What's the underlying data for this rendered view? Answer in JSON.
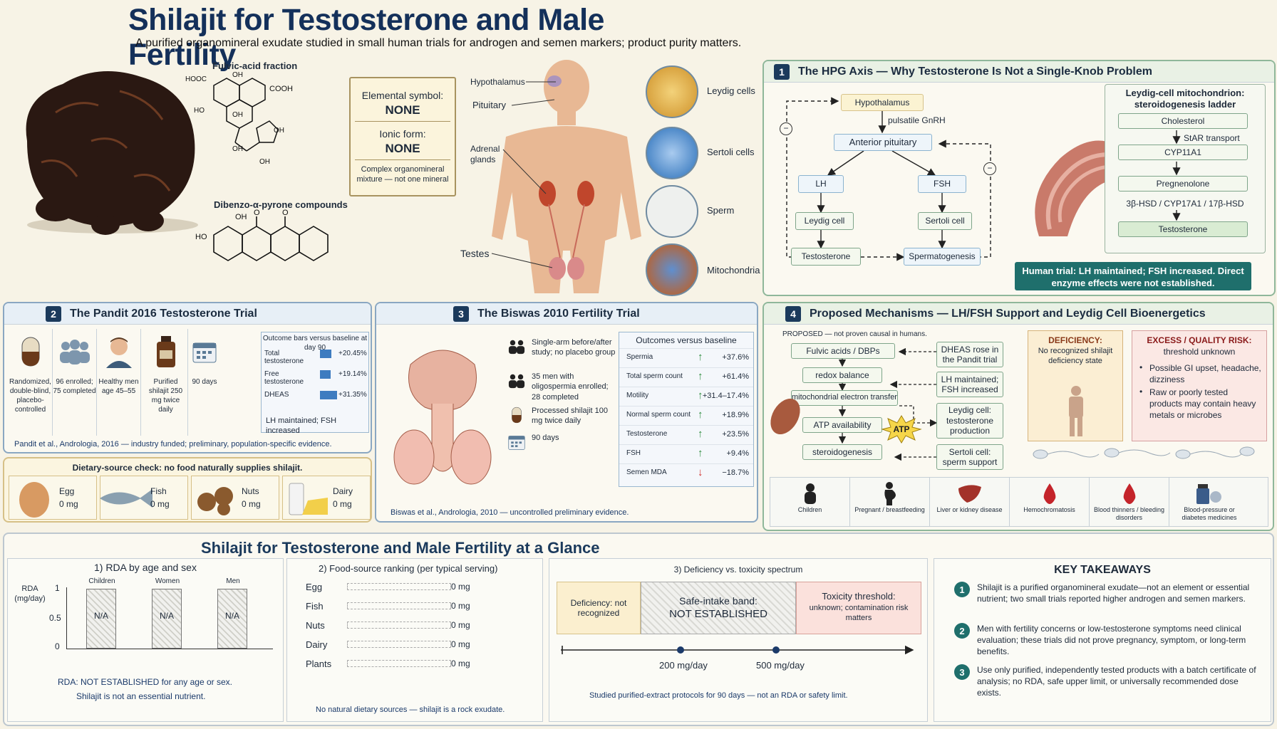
{
  "header": {
    "title": "Shilajit for Testosterone and Male Fertility",
    "subtitle": "A purified organomineral exudate studied in small human trials for androgen and semen markers; product purity matters."
  },
  "top_left": {
    "fulvic_label": "Fulvic-acid fraction",
    "dibenzo_label": "Dibenzo-α-pyrone compounds",
    "mol_labels": [
      "HOOC",
      "OH",
      "COOH",
      "HO",
      "OH",
      "OH",
      "OH",
      "OH",
      "OH",
      "O",
      "O",
      "HO"
    ],
    "element_card": {
      "symbol_label": "Elemental symbol:",
      "symbol_value": "NONE",
      "ionic_label": "Ionic form:",
      "ionic_value": "NONE",
      "note": "Complex organomineral mixture — not one mineral"
    },
    "anatomy_labels": {
      "hypothalamus": "Hypothalamus",
      "pituitary": "Pituitary",
      "adrenal": "Adrenal glands",
      "testes": "Testes"
    },
    "cells": [
      "Leydig cells",
      "Sertoli cells",
      "Sperm",
      "Mitochondria"
    ]
  },
  "hpg": {
    "num": "1",
    "title": "The HPG Axis — Why Testosterone Is Not a Single-Knob Problem",
    "hypothalamus": "Hypothalamus",
    "gnrh": "pulsatile GnRH",
    "pituitary": "Anterior pituitary",
    "lh": "LH",
    "fsh": "FSH",
    "leydig": "Leydig cell",
    "sertoli": "Sertoli cell",
    "testosterone": "Testosterone",
    "spermatogenesis": "Spermatogenesis",
    "minus": "−",
    "ladder_title": "Leydig-cell mitochondrion: steroidogenesis ladder",
    "ladder": [
      "Cholesterol",
      "CYP11A1",
      "Pregnenolone",
      "Testosterone"
    ],
    "ladder_steps": [
      "StAR transport",
      "3β-HSD / CYP17A1 / 17β-HSD"
    ],
    "trial_note": "Human trial: LH maintained; FSH increased. Direct enzyme effects were not established."
  },
  "pandit": {
    "num": "2",
    "title": "The Pandit 2016 Testosterone Trial",
    "icons": [
      {
        "icon": "capsule-icon",
        "label": "Randomized, double-blind, placebo-controlled"
      },
      {
        "icon": "group-icon",
        "label": "96 enrolled; 75 completed"
      },
      {
        "icon": "man-icon",
        "label": "Healthy men age 45–55"
      },
      {
        "icon": "bottle-icon",
        "label": "Purified shilajit 250 mg twice daily"
      },
      {
        "icon": "calendar-icon",
        "label": "90 days"
      }
    ],
    "outcomes_title": "Outcome bars versus baseline at day 90",
    "outcomes": [
      {
        "label": "Total testosterone",
        "value": "+20.45%",
        "pct": 20.45
      },
      {
        "label": "Free testosterone",
        "value": "+19.14%",
        "pct": 19.14
      },
      {
        "label": "DHEAS",
        "value": "+31.35%",
        "pct": 31.35
      }
    ],
    "outcome_note": "LH maintained; FSH increased",
    "citation": "Pandit et al., Andrologia, 2016 — industry funded; preliminary, population-specific evidence."
  },
  "diet": {
    "title": "Dietary-source check: no food naturally supplies shilajit.",
    "items": [
      {
        "name": "Egg",
        "value": "0 mg",
        "icon": "egg-icon"
      },
      {
        "name": "Fish",
        "value": "0 mg",
        "icon": "fish-icon"
      },
      {
        "name": "Nuts",
        "value": "0 mg",
        "icon": "nuts-icon"
      },
      {
        "name": "Dairy",
        "value": "0 mg",
        "icon": "dairy-icon"
      }
    ]
  },
  "biswas": {
    "num": "3",
    "title": "The Biswas 2010 Fertility Trial",
    "design": [
      {
        "icon": "people-icon",
        "label": "Single-arm before/after study; no placebo group"
      },
      {
        "icon": "people-icon",
        "label": "35 men with oligospermia enrolled; 28 completed"
      },
      {
        "icon": "capsule-icon",
        "label": "Processed shilajit 100 mg twice daily"
      },
      {
        "icon": "calendar-icon",
        "label": "90 days"
      }
    ],
    "outcomes_title": "Outcomes versus baseline",
    "outcomes": [
      {
        "label": "Spermia",
        "value": "+37.6%",
        "dir": "up"
      },
      {
        "label": "Total sperm count",
        "value": "+61.4%",
        "dir": "up"
      },
      {
        "label": "Motility",
        "value": "+31.4–17.4%",
        "dir": "up"
      },
      {
        "label": "Normal sperm count",
        "value": "+18.9%",
        "dir": "up"
      },
      {
        "label": "Testosterone",
        "value": "+23.5%",
        "dir": "up"
      },
      {
        "label": "FSH",
        "value": "+9.4%",
        "dir": "up"
      },
      {
        "label": "Semen MDA",
        "value": "−18.7%",
        "dir": "down"
      }
    ],
    "citation": "Biswas et al., Andrologia, 2010 — uncontrolled preliminary evidence."
  },
  "mech": {
    "num": "4",
    "title": "Proposed Mechanisms — LH/FSH Support and Leydig Cell Bioenergetics",
    "proposed": "PROPOSED — not proven causal in humans.",
    "chain": [
      "Fulvic acids / DBPs",
      "redox balance",
      "mitochondrial electron transfer",
      "ATP availability",
      "steroidogenesis"
    ],
    "atp": "ATP",
    "side": [
      "DHEAS rose in the Pandit trial",
      "LH maintained; FSH increased",
      "Leydig cell: testosterone production",
      "Sertoli cell: sperm support"
    ],
    "deficiency_title": "DEFICIENCY:",
    "deficiency_text": "No recognized shilajit deficiency state",
    "excess_title": "EXCESS / QUALITY RISK:",
    "excess_sub": "threshold unknown",
    "excess_bullets": [
      "Possible GI upset, headache, dizziness",
      "Raw or poorly tested products may contain heavy metals or microbes"
    ],
    "cautions": [
      {
        "icon": "child-icon",
        "label": "Children"
      },
      {
        "icon": "pregnant-icon",
        "label": "Pregnant / breastfeeding"
      },
      {
        "icon": "liver-icon",
        "label": "Liver or kidney disease"
      },
      {
        "icon": "blood-drop-icon",
        "label": "Hemochromatosis"
      },
      {
        "icon": "blood-drop-icon",
        "label": "Blood thinners / bleeding disorders"
      },
      {
        "icon": "pill-bottle-icon",
        "label": "Blood-pressure or diabetes medicines"
      }
    ]
  },
  "glance": {
    "title": "Shilajit for Testosterone and Male Fertility at a Glance",
    "rda": {
      "title": "1) RDA by age and sex",
      "ylabel": "RDA (mg/day)",
      "ticks": [
        "1",
        "0.5",
        "0"
      ],
      "groups": [
        "Children",
        "Women",
        "Men"
      ],
      "bar_label": "N/A",
      "note1": "RDA: NOT ESTABLISHED for any age or sex.",
      "note2": "Shilajit is not an essential nutrient."
    },
    "food": {
      "title": "2) Food-source ranking (per typical serving)",
      "items": [
        {
          "name": "Egg",
          "value": "0 mg"
        },
        {
          "name": "Fish",
          "value": "0 mg"
        },
        {
          "name": "Nuts",
          "value": "0 mg"
        },
        {
          "name": "Dairy",
          "value": "0 mg"
        },
        {
          "name": "Plants",
          "value": "0 mg"
        }
      ],
      "note": "No natural dietary sources — shilajit is a rock exudate."
    },
    "spectrum": {
      "title": "3) Deficiency vs. toxicity spectrum",
      "deficiency": "Deficiency: not recognized",
      "safe_title": "Safe-intake band:",
      "safe_value": "NOT ESTABLISHED",
      "tox_title": "Toxicity threshold:",
      "tox_text": "unknown; contamination risk matters",
      "marks": [
        "200 mg/day",
        "500 mg/day"
      ],
      "note": "Studied purified-extract protocols for 90 days — not an RDA or safety limit."
    },
    "takeaways": {
      "title": "KEY TAKEAWAYS",
      "items": [
        "Shilajit is a purified organomineral exudate—not an element or essential nutrient; two small trials reported higher androgen and semen markers.",
        "Men with fertility concerns or low-testosterone symptoms need clinical evaluation; these trials did not prove pregnancy, symptom, or long-term benefits.",
        "Use only purified, independently tested products with a batch certificate of analysis; no RDA, safe upper limit, or universally recommended dose exists."
      ]
    }
  },
  "colors": {
    "navy": "#1b3a5c",
    "teal": "#1f6f6c",
    "green_arrow": "#2e8b3e",
    "red_arrow": "#d0312d",
    "bar_blue": "#3e7cc0"
  }
}
